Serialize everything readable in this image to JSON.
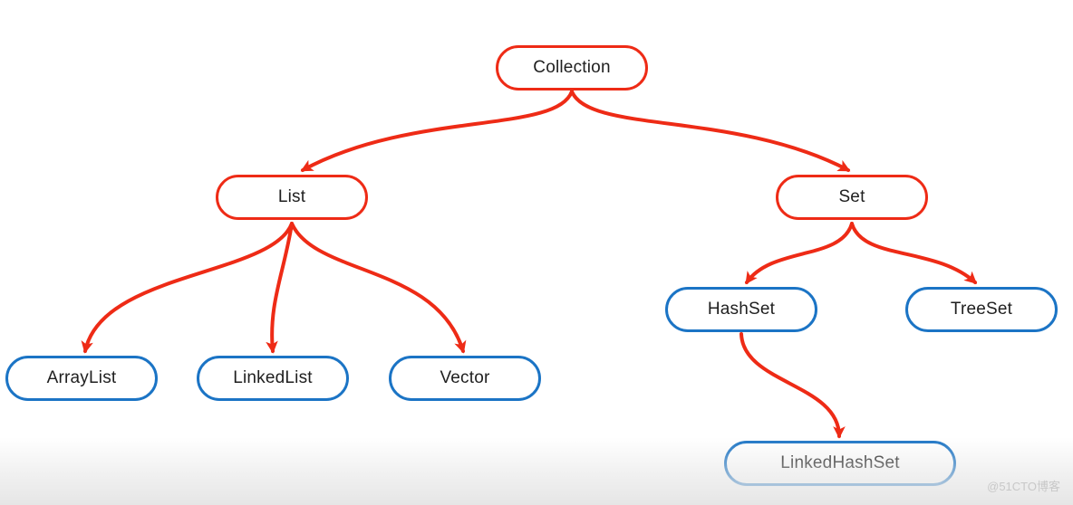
{
  "diagram": {
    "nodes": {
      "collection": {
        "label": "Collection",
        "color": "red"
      },
      "list": {
        "label": "List",
        "color": "red"
      },
      "set": {
        "label": "Set",
        "color": "red"
      },
      "arraylist": {
        "label": "ArrayList",
        "color": "blue"
      },
      "linkedlist": {
        "label": "LinkedList",
        "color": "blue"
      },
      "vector": {
        "label": "Vector",
        "color": "blue"
      },
      "hashset": {
        "label": "HashSet",
        "color": "blue"
      },
      "treeset": {
        "label": "TreeSet",
        "color": "blue"
      },
      "linkedhashset": {
        "label": "LinkedHashSet",
        "color": "blue"
      }
    },
    "edges": [
      {
        "from": "collection",
        "to": "list"
      },
      {
        "from": "collection",
        "to": "set"
      },
      {
        "from": "list",
        "to": "arraylist"
      },
      {
        "from": "list",
        "to": "linkedlist"
      },
      {
        "from": "list",
        "to": "vector"
      },
      {
        "from": "set",
        "to": "hashset"
      },
      {
        "from": "set",
        "to": "treeset"
      },
      {
        "from": "hashset",
        "to": "linkedhashset"
      }
    ]
  },
  "colors": {
    "red": "#ee2b16",
    "blue": "#1b74c5",
    "text": "#1f1f1f",
    "watermark": "#c8c8c8"
  },
  "watermark": {
    "text": "@51CTO博客"
  }
}
